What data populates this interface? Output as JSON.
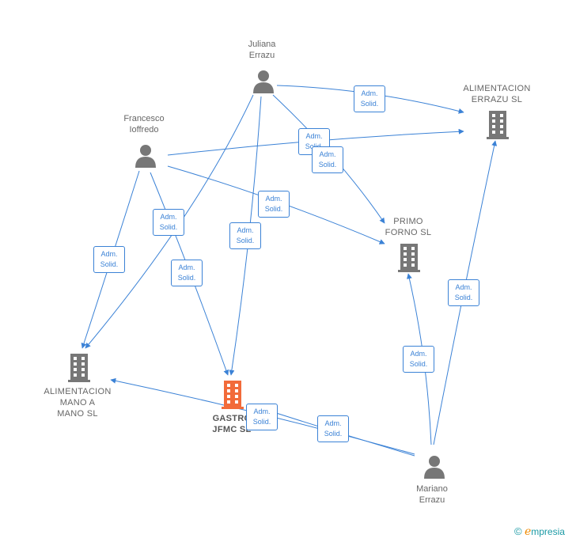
{
  "people": {
    "juliana": "Juliana\nErrazu",
    "francesco": "Francesco\nIoffredo",
    "mariano": "Mariano\nErrazu"
  },
  "companies": {
    "alimentacion_errazu": "ALIMENTACION\nERRAZU SL",
    "primo_forno": "PRIMO\nFORNO SL",
    "alimentacion_mano": "ALIMENTACION\nMANO A\nMANO SL",
    "gastro_jfmc": "GASTRO\nJFMC SL"
  },
  "edge_label": "Adm.\nSolid.",
  "brand": {
    "copyright": "©",
    "e": "e",
    "name": "mpresia"
  },
  "colors": {
    "edge": "#3b82d6",
    "node": "#777777",
    "highlight": "#f26b3a"
  }
}
